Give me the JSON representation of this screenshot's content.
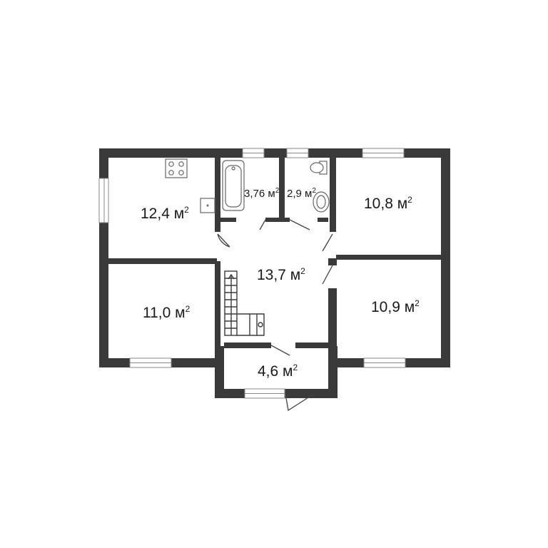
{
  "rooms": [
    {
      "id": "kitchen",
      "area": "12,4",
      "unit": "м",
      "exp": "2"
    },
    {
      "id": "bathroom",
      "area": "3,76",
      "unit": "м",
      "exp": "2"
    },
    {
      "id": "toilet",
      "area": "2,9",
      "unit": "м",
      "exp": "2"
    },
    {
      "id": "bedroom-ne",
      "area": "10,8",
      "unit": "м",
      "exp": "2"
    },
    {
      "id": "hall",
      "area": "13,7",
      "unit": "м",
      "exp": "2"
    },
    {
      "id": "bedroom-sw",
      "area": "11,0",
      "unit": "м",
      "exp": "2"
    },
    {
      "id": "bedroom-se",
      "area": "10,9",
      "unit": "м",
      "exp": "2"
    },
    {
      "id": "vestibule",
      "area": "4,6",
      "unit": "м",
      "exp": "2"
    }
  ],
  "colors": {
    "wall": "#3a3a3a",
    "background": "#ffffff"
  },
  "icons": [
    "stove-icon",
    "sink-icon",
    "bathtub-icon",
    "toilet-icon",
    "washbasin-icon",
    "staircase-icon"
  ]
}
